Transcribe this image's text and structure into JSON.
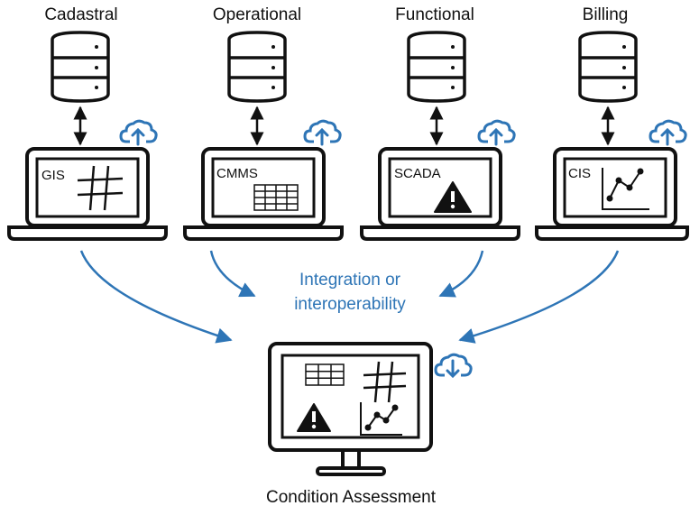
{
  "categories": [
    {
      "label": "Cadastral",
      "system": "GIS"
    },
    {
      "label": "Operational",
      "system": "CMMS"
    },
    {
      "label": "Functional",
      "system": "SCADA"
    },
    {
      "label": "Billing",
      "system": "CIS"
    }
  ],
  "integration": {
    "line1": "Integration or",
    "line2": "interoperability"
  },
  "target": {
    "label": "Condition Assessment"
  },
  "colors": {
    "accent": "#2e75b6",
    "ink": "#111111"
  },
  "icons": [
    "database-icon",
    "bidirectional-arrow-icon",
    "cloud-upload-icon",
    "laptop-icon",
    "grid-icon",
    "table-icon",
    "warning-icon",
    "line-chart-icon",
    "monitor-icon",
    "cloud-download-icon"
  ]
}
